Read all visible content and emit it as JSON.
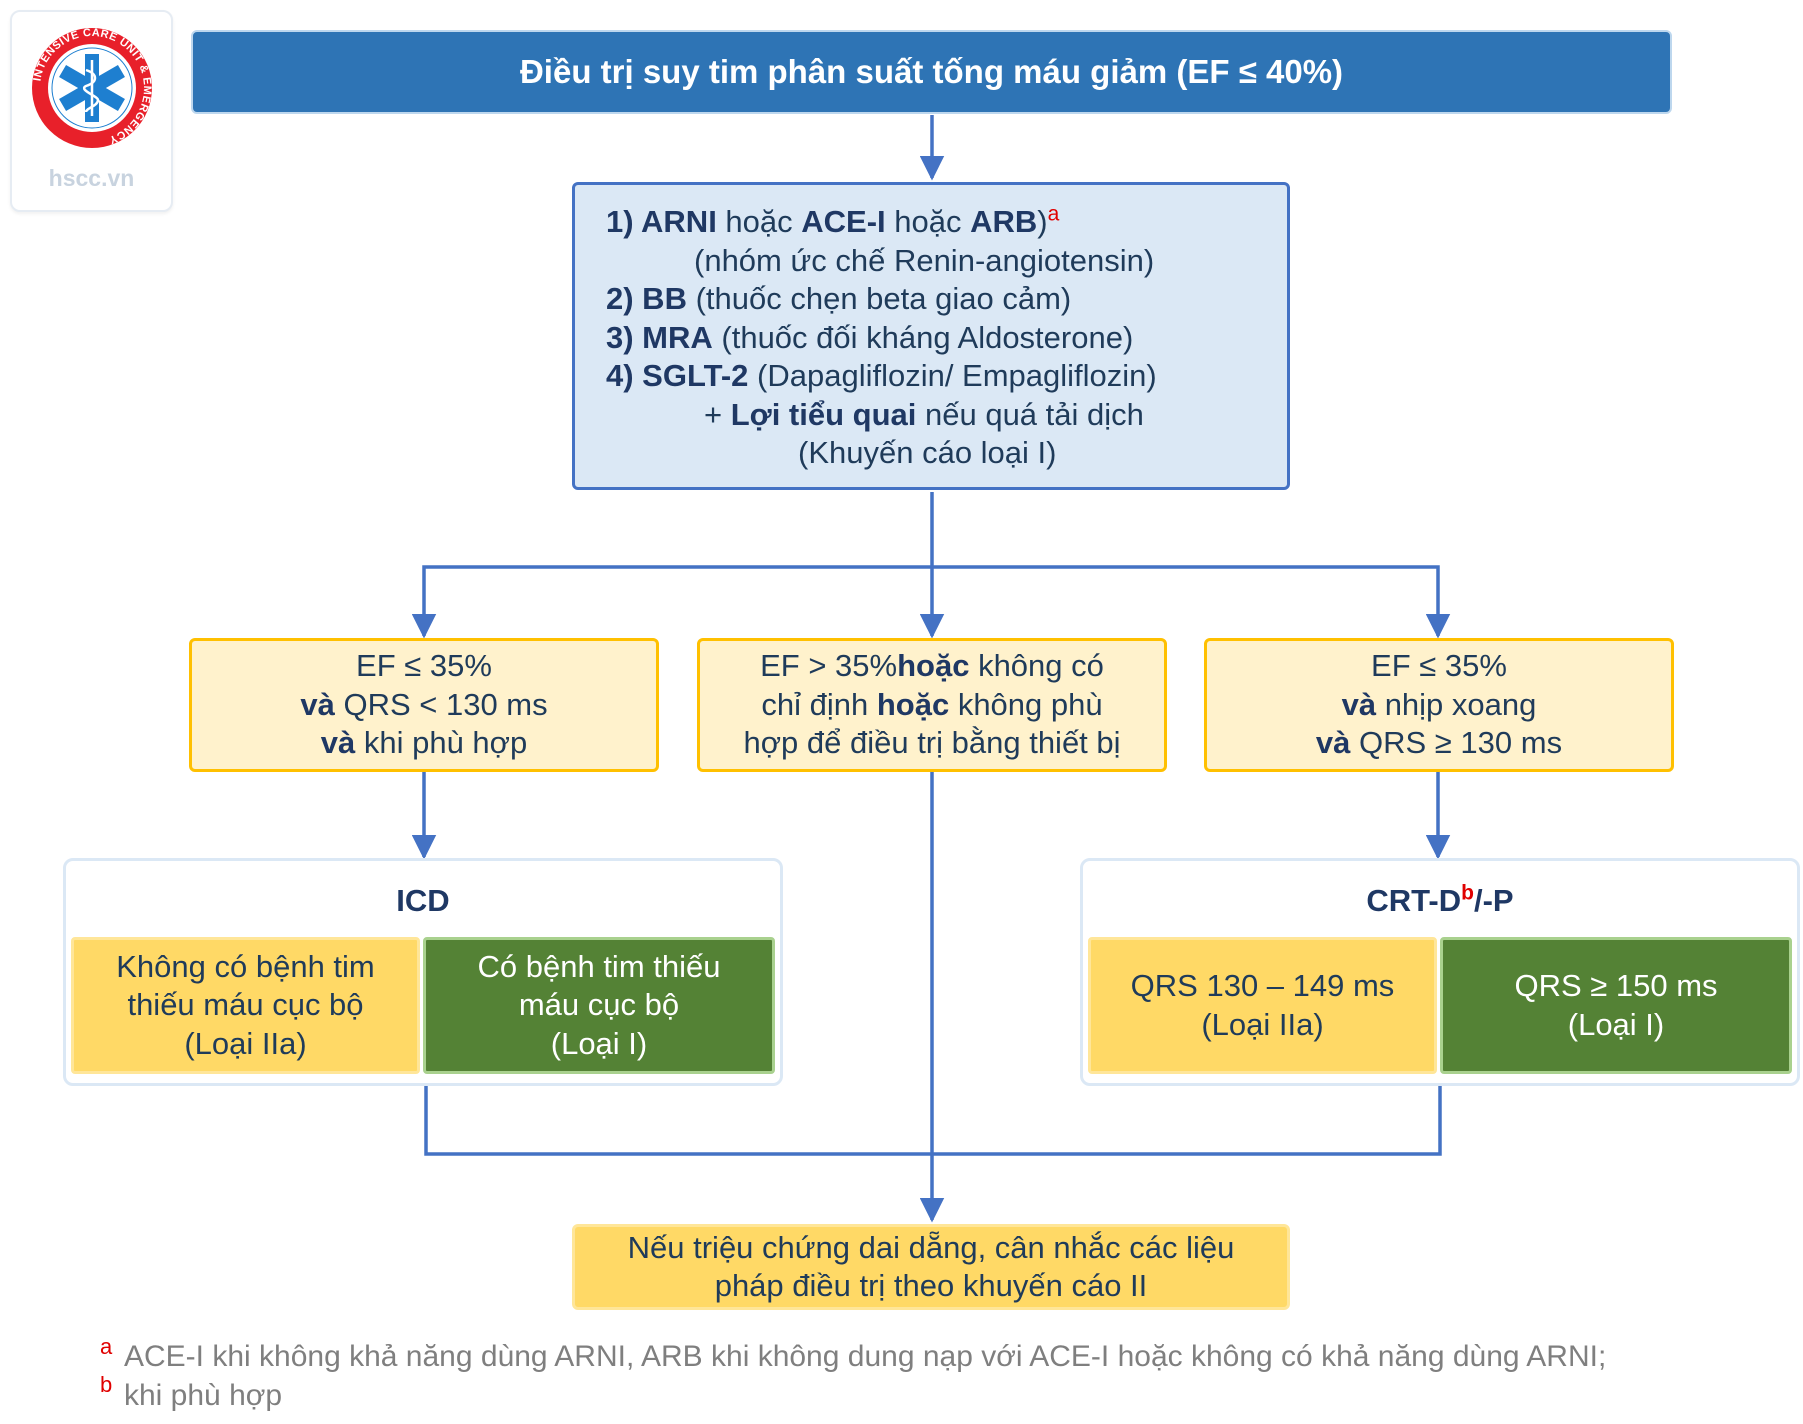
{
  "logo": {
    "ring_text": "INTENSIVE CARE UNIT & EMERGENCY",
    "site": "hscc.vn"
  },
  "title": "Điều trị suy tim phân suất tống máu giảm (EF ≤ 40%)",
  "drugs": {
    "l1_bold1": "1) ARNI",
    "l1_t1": " hoặc ",
    "l1_bold2": "ACE-I",
    "l1_t2": " hoặc ",
    "l1_bold3": "ARB",
    "l1_t3": ")",
    "l1_sup": "a",
    "l2": "(nhóm ức chế Renin-angiotensin)",
    "l3_bold": "2) BB",
    "l3_text": " (thuốc chẹn beta giao cảm)",
    "l4_bold": "3) MRA",
    "l4_text": " (thuốc đối kháng Aldosterone)",
    "l5_bold": "4) SGLT-2",
    "l5_text": " (Dapagliflozin/ Empagliflozin)",
    "l6_pre": "+ ",
    "l6_bold": "Lợi tiểu quai",
    "l6_text": " nếu quá tải dịch",
    "l7": "(Khuyến cáo loại I)"
  },
  "cond_left": {
    "l1": "EF ≤ 35%",
    "l2_bold": "và",
    "l2_text": " QRS < 130 ms",
    "l3_bold": "và",
    "l3_text": " khi phù hợp"
  },
  "cond_mid": {
    "l1_text": "EF > 35%",
    "l1_bold": "hoặc",
    "l1_tail": " không có",
    "l2_text": "chỉ định ",
    "l2_bold": "hoặc",
    "l2_tail": " không phù",
    "l3": "hợp để điều trị bằng thiết bị"
  },
  "cond_right": {
    "l1": "EF ≤ 35%",
    "l2_bold": "và",
    "l2_text": " nhịp xoang",
    "l3_bold": "và",
    "l3_text": " QRS ≥ 130 ms"
  },
  "icd": {
    "title": "ICD",
    "opt1": [
      "Không có bệnh tim",
      "thiếu máu cục bộ",
      "(Loại IIa)"
    ],
    "opt2": [
      "Có bệnh tim thiếu",
      "máu cục bộ",
      "(Loại I)"
    ]
  },
  "crt": {
    "title_pre": "CRT-D",
    "title_sup": "b",
    "title_post": "/-P",
    "opt1": [
      "QRS 130 – 149 ms",
      "(Loại IIa)"
    ],
    "opt2": [
      "QRS ≥ 150 ms",
      "(Loại I)"
    ]
  },
  "final": [
    "Nếu triệu chứng dai dẵng, cân nhắc các liệu",
    "pháp điều trị theo khuyến cáo II"
  ],
  "footnotes": {
    "a_mark": "a",
    "a_text": "ACE-I khi không khả năng dùng ARNI, ARB khi không dung nạp với ACE-I hoặc không có khả năng dùng ARNI;",
    "b_mark": "b",
    "b_text": "khi phù hợp"
  },
  "colors": {
    "title_fill": "#2e74b5",
    "connector": "#4472c4",
    "condition_fill": "#fff2cc",
    "condition_border": "#ffc000",
    "option_yellow": "#ffd966",
    "option_green": "#548235",
    "footnote_mark": "#e00000"
  }
}
